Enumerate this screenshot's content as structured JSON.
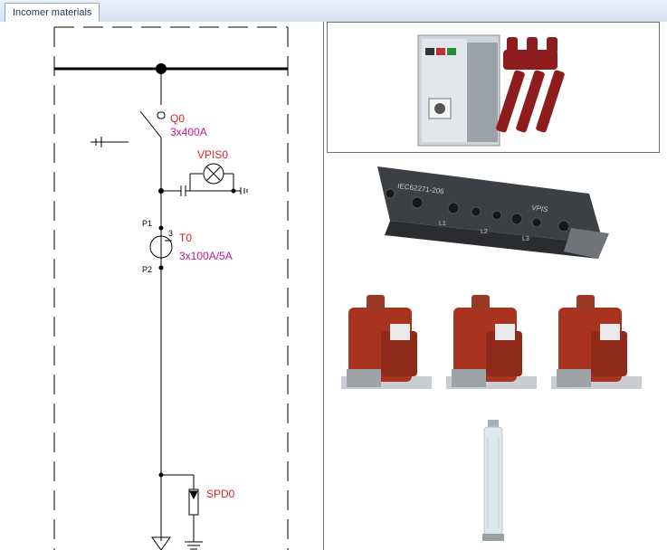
{
  "tab": {
    "label": "Incomer materials"
  },
  "diagram": {
    "breaker": {
      "designation": "Q0",
      "rating": "3x400A"
    },
    "indicator": {
      "designation": "VPIS0"
    },
    "ct": {
      "designation": "T0",
      "rating": "3x100A/5A",
      "p1": "P1",
      "p2": "P2",
      "ratio_mark": "3"
    },
    "spd": {
      "designation": "SPD0"
    }
  },
  "photos": {
    "vpis_label": "IEC62271-206",
    "vpis_brand": "VPIS",
    "vpis_phases": [
      "L1",
      "L2",
      "L3"
    ]
  },
  "colors": {
    "designation": "#e0201c",
    "rating": "#c21a9a"
  }
}
